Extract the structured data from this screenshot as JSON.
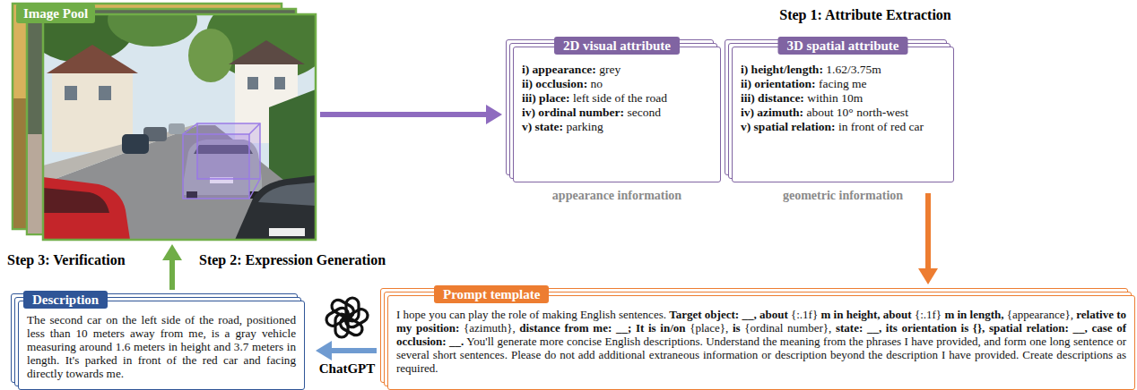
{
  "diagram": {
    "nodes": [
      {
        "text": [
          "Image Pool"
        ]
      },
      {
        "text": [
          "2D visual attribute",
          "i) appearance:",
          "grey",
          "ii) occlusion:",
          "no",
          "iii) place:",
          "left side of the road",
          "iv) ordinal number:",
          "second",
          "v) state:",
          "parking"
        ]
      },
      {
        "text": [
          "3D spatial attribute",
          "i) height/length:",
          "1.62/3.75m",
          "ii) orientation:",
          "facing me",
          "iii) distance:",
          "within 10m",
          "iv) azimuth:",
          "about 10° north-west",
          "v) spatial relation:",
          "in front of red car"
        ]
      },
      {
        "text": [
          "Prompt template",
          "I hope you can play the role of making English sentences.",
          "Target object: __, about",
          "{:.1f}",
          "m in height, about",
          "{:.1f}",
          "m in length,",
          "{appearance},",
          "relative to my position:",
          "{azimuth},",
          "distance from me: __; It is in/on",
          "{place},",
          "is",
          "{ordinal number},",
          "state: __, its orientation is {}, spatial relation: __, case of occlusion: __.",
          "You'll generate more concise English descriptions. Understand the meaning from the phrases I have provided, and form one long sentence or several short sentences. Please do not add additional extraneous information or description beyond the description I have provided. Create descriptions as required."
        ]
      },
      {
        "text": [
          "Description",
          "The second car on the left side of the road, positioned less than 10 meters away from me, is a gray vehicle measuring around 1.6 meters in height and 3.7 meters in length. It's parked in front of the red car and facing directly towards me."
        ]
      }
    ],
    "edges": [
      {
        "from": 0,
        "to": 1,
        "arrow": "to"
      },
      {
        "from": 2,
        "to": 3,
        "arrow": "to"
      },
      {
        "from": 3,
        "to": 4,
        "arrow": "to"
      },
      {
        "from": 4,
        "to": 0,
        "arrow": "to"
      }
    ],
    "labels": [
      "Step 1: Attribute Extraction",
      "appearance information",
      "geometric information",
      "Step 2: Expression Generation",
      "Step 3: Verification",
      "ChatGPT"
    ]
  }
}
